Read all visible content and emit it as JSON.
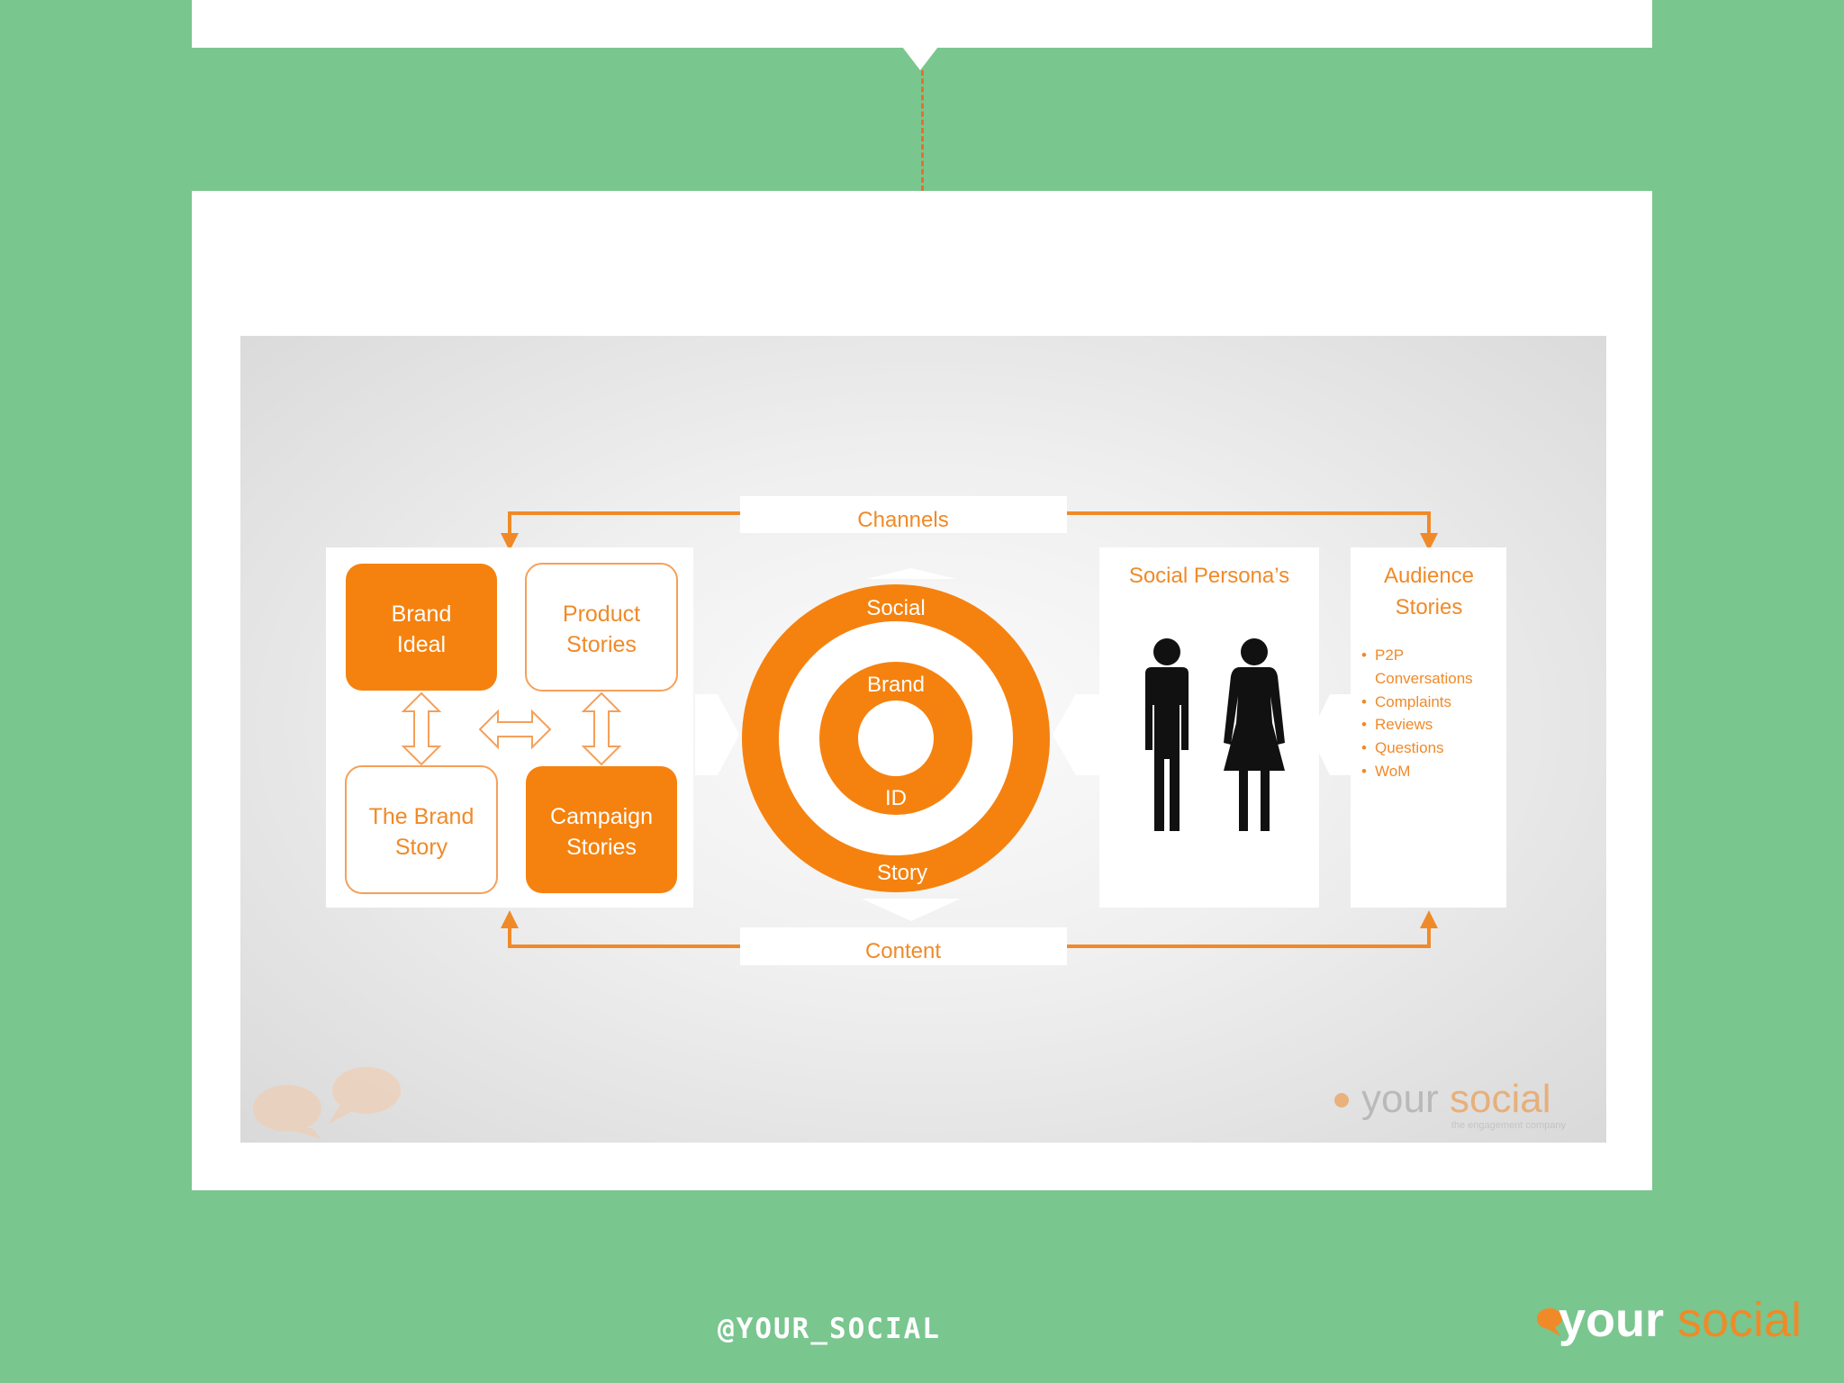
{
  "top_card": {},
  "main_card": {
    "slide": {
      "left_panel": {
        "brand_ideal": [
          "Brand",
          "Ideal"
        ],
        "product_stories": [
          "Product",
          "Stories"
        ],
        "brand_story": [
          "The Brand",
          "Story"
        ],
        "campaign_stories": [
          "Campaign",
          "Stories"
        ]
      },
      "top_connector": {
        "label": "Channels"
      },
      "bottom_connector": {
        "label": "Content"
      },
      "target": {
        "ring_outer": "Social",
        "ring_middle": "Brand",
        "ring_inner": "ID",
        "ring_bottom": "Story"
      },
      "personas": {
        "title": "Social Persona’s"
      },
      "audience": {
        "title": [
          "Audience",
          "Stories"
        ],
        "items": [
          "P2P",
          "Conversations",
          "Complaints",
          "Reviews",
          "Questions",
          "WoM"
        ]
      },
      "watermark": {
        "logo_left": "your",
        "logo_right": "social",
        "tagline": "the engagement company"
      }
    }
  },
  "footer": {
    "handle": "@YOUR_SOCIAL",
    "logo_left": "your",
    "logo_right": "social"
  },
  "colors": {
    "background": "#79c68f",
    "accent": "#f5820f",
    "card": "#ffffff"
  }
}
